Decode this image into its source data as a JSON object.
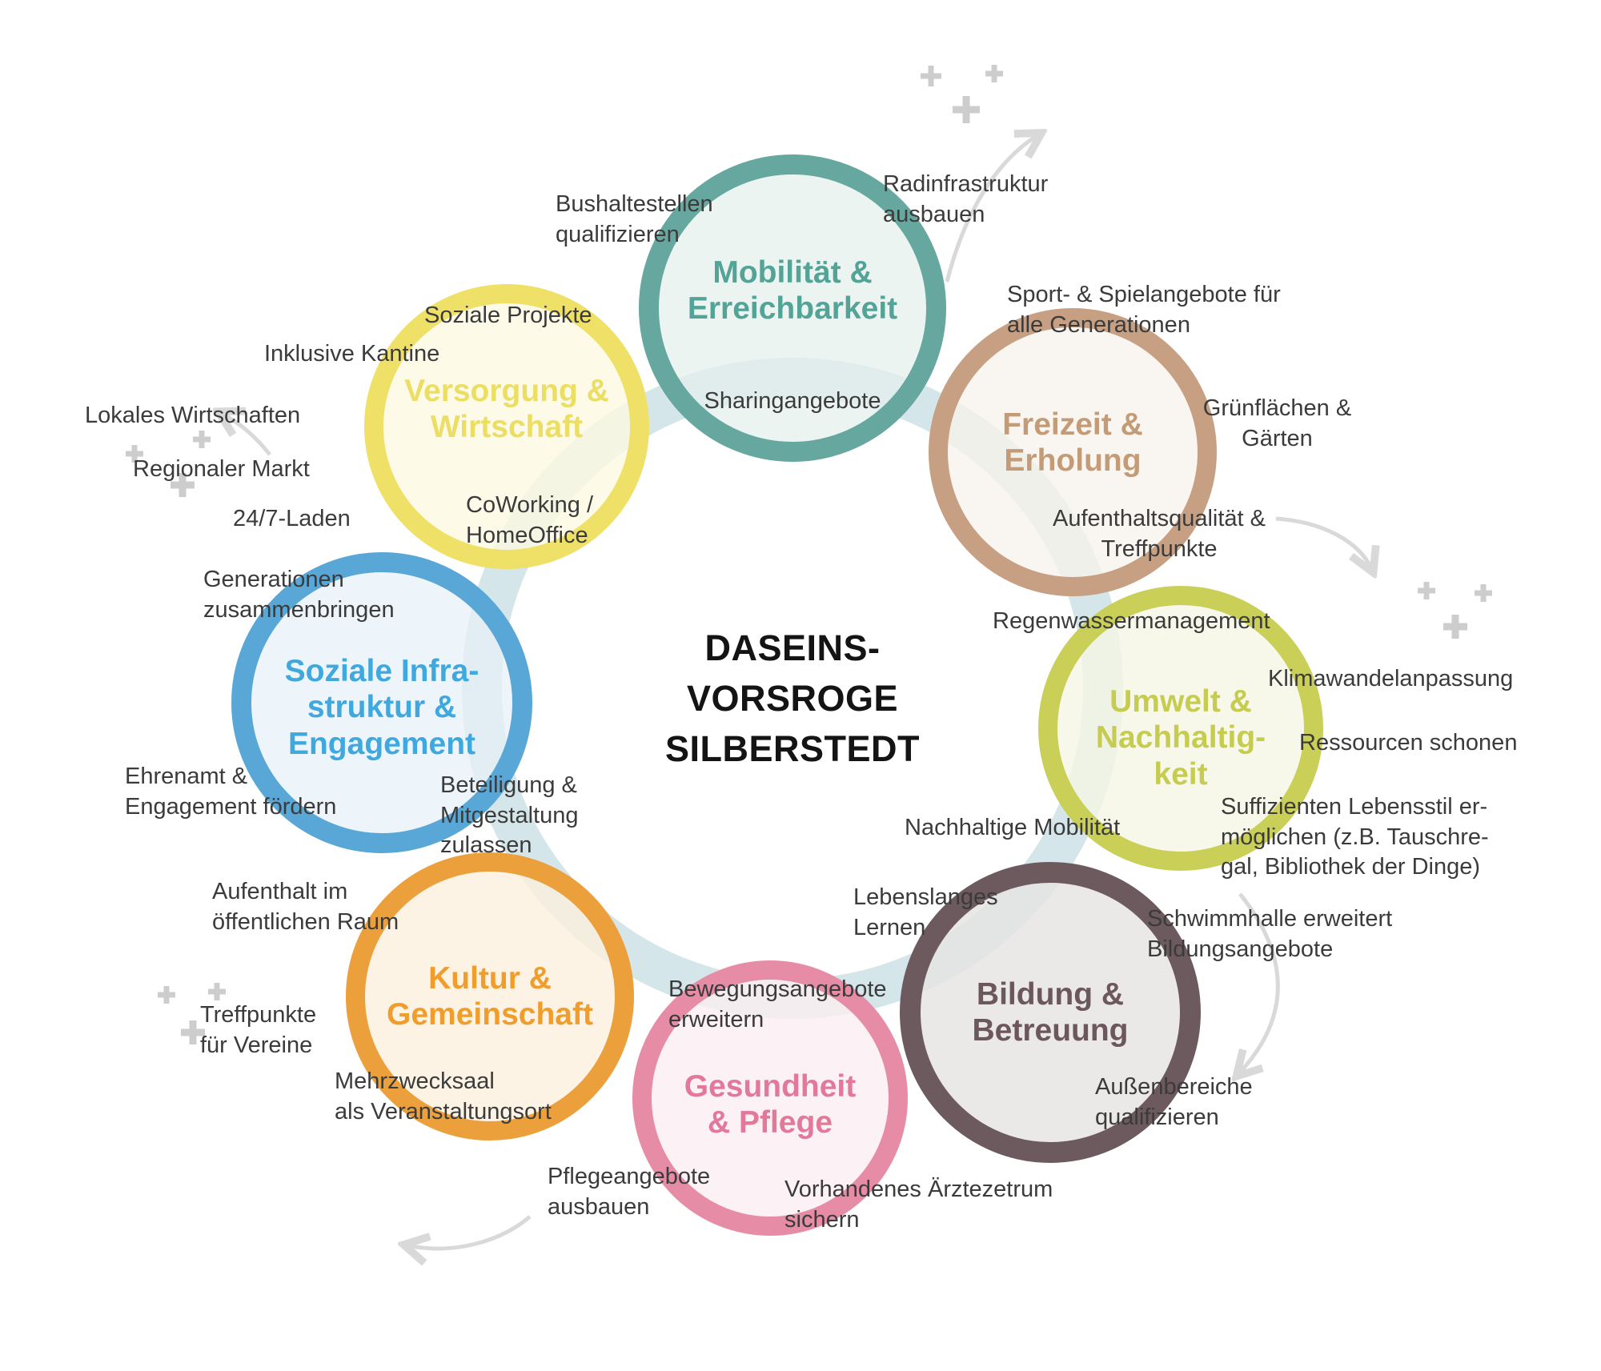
{
  "title": "DASEINS-\nVORSROGE\nSILBERSTEDT",
  "circles": [
    {
      "id": "mobilitaet-erreichbarkeit",
      "label": "Mobilität &\nErreichbarkeit",
      "colors": {
        "ring": "#66a8a0",
        "fill": "rgba(229,240,237,0.72)",
        "text": "#53a396"
      },
      "annotations": [
        "Bushaltestellen\nqualifizieren",
        "Radinfrastruktur\nausbauen",
        "Sharingangebote"
      ]
    },
    {
      "id": "freizeit-erholung",
      "label": "Freizeit &\nErholung",
      "colors": {
        "ring": "#c7a083",
        "fill": "rgba(247,242,236,0.78)",
        "text": "#c39c77"
      },
      "annotations": [
        "Sport- & Spielangebote für\nalle Generationen",
        "Grünflächen &\nGärten",
        "Aufenthaltsqualität &\nTreffpunkte"
      ]
    },
    {
      "id": "umwelt-nachhaltigkeit",
      "label": "Umwelt &\nNachhaltig-\nkeit",
      "colors": {
        "ring": "#c9cf57",
        "fill": "rgba(245,246,228,0.78)",
        "text": "#c5cc4f"
      },
      "annotations": [
        "Regenwassermanagement",
        "Klimawandelanpassung",
        "Ressourcen schonen",
        "Suffizienten Lebensstil er-\nmöglichen (z.B. Tauschre-\ngal, Bibliothek der Dinge)",
        "Nachhaltige Mobilität"
      ]
    },
    {
      "id": "bildung-betreuung",
      "label": "Bildung &\nBetreuung",
      "colors": {
        "ring": "#6c5a5f",
        "fill": "rgba(231,227,227,0.82)",
        "text": "#6b575d"
      },
      "annotations": [
        "Lebenslanges\nLernen",
        "Schwimmhalle erweitert\nBildungsangebote",
        "Außenbereiche\nqualifizieren"
      ]
    },
    {
      "id": "gesundheit-pflege",
      "label": "Gesundheit\n& Pflege",
      "colors": {
        "ring": "#e68ca6",
        "fill": "rgba(251,238,242,0.82)",
        "text": "#e2799b"
      },
      "annotations": [
        "Bewegungsangebote\nerweitern",
        "Vorhandenes Ärztezetrum\nsichern",
        "Pflegeangebote\nausbauen"
      ]
    },
    {
      "id": "kultur-gemeinschaft",
      "label": "Kultur &\nGemeinschaft",
      "colors": {
        "ring": "#eca03c",
        "fill": "rgba(251,240,221,0.8)",
        "text": "#f09d2c"
      },
      "annotations": [
        "Aufenthalt im\nöffentlichen Raum",
        "Treffpunkte\nfür Vereine",
        "Mehrzwecksaal\nals Veranstaltungsort"
      ]
    },
    {
      "id": "soziale-infrastruktur-engagement",
      "label": "Soziale Infra-\nstruktur &\nEngagement",
      "colors": {
        "ring": "#58a7d7",
        "fill": "rgba(232,241,248,0.72)",
        "text": "#3fa8de"
      },
      "annotations": [
        "Generationen\nzusammenbringen",
        "Ehrenamt &\nEngagement fördern",
        "Beteiligung &\nMitgestaltung\nzulassen"
      ]
    },
    {
      "id": "versorgung-wirtschaft",
      "label": "Versorgung &\nWirtschaft",
      "colors": {
        "ring": "#efe168",
        "fill": "rgba(252,249,226,0.8)",
        "text": "#ebde62"
      },
      "annotations": [
        "Soziale Projekte",
        "Inklusive Kantine",
        "Lokales Wirtschaften",
        "Regionaler Markt",
        "24/7-Laden",
        "CoWorking /\nHomeOffice"
      ]
    }
  ],
  "decor": {
    "plus_color": "#cdcdcd",
    "arrow_color": "#d9d9d9",
    "big_ring_color": "rgba(160,199,207,0.45)"
  }
}
